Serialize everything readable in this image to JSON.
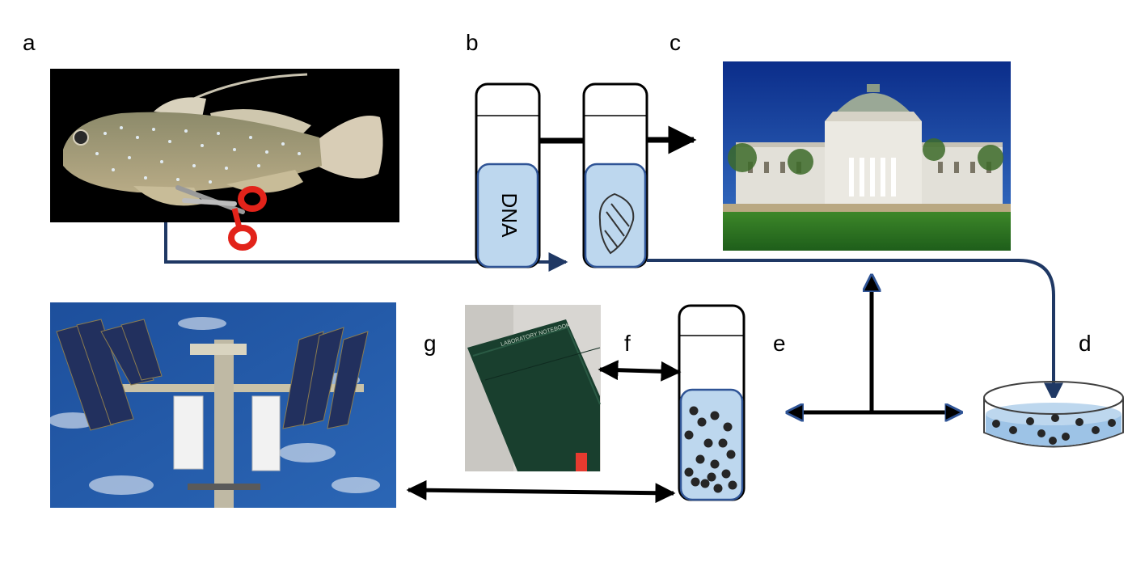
{
  "panels": {
    "a": "a",
    "b": "b",
    "c": "c",
    "d": "d",
    "e": "e",
    "f": "f",
    "g": "g"
  },
  "tube_label": "DNA",
  "notebook_cover_text": "LABORATORY NOTEBOOK",
  "colors": {
    "flow_line": "#1f3864",
    "tube_fill": "#bdd7ee",
    "tube_stroke": "#2f5496",
    "dish_fill": "#9dc3e6",
    "dot": "#262626",
    "arrow": "#000000"
  }
}
